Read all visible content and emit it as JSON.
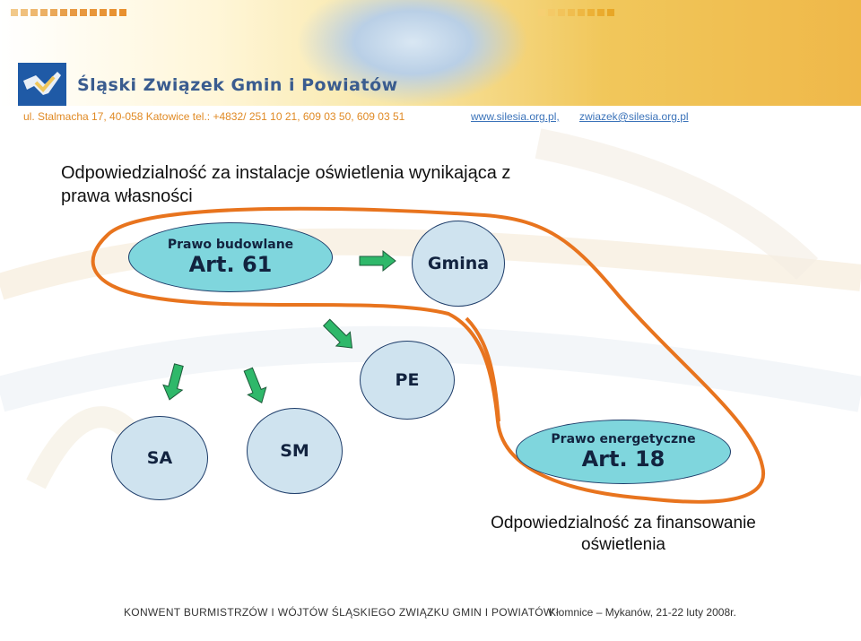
{
  "header": {
    "org_name": "Śląski Związek Gmin i Powiatów",
    "address": "ul. Stalmacha 17, 40-058 Katowice tel.: +4832/ 251 10 21, 609 03 50, 609 03 51",
    "website": "www.silesia.org.pl,",
    "email": "zwiazek@silesia.org.pl"
  },
  "slide": {
    "title": "Odpowiedzialność za instalacje oświetlenia wynikająca z prawa własności",
    "oval_law_building": {
      "line1": "Prawo budowlane",
      "line2": "Art. 61"
    },
    "oval_gmina": "Gmina",
    "oval_pe": "PE",
    "oval_sa": "SA",
    "oval_sm": "SM",
    "oval_law_energy": {
      "line1": "Prawo energetyczne",
      "line2": "Art. 18"
    },
    "caption_financing": "Odpowiedzialność za finansowanie oświetlenia"
  },
  "footer": {
    "left": "KONWENT BURMISTRZÓW I WÓJTÓW ŚLĄSKIEGO ZWIĄZKU GMIN I POWIATÓW",
    "right": "Kłomnice – Mykanów, 21-22 luty 2008r."
  },
  "colors": {
    "loop": "#e8741e",
    "arrow": "#2fb86a",
    "oval_teal": "#7fd6dd",
    "oval_pale": "#cfe3ef"
  }
}
